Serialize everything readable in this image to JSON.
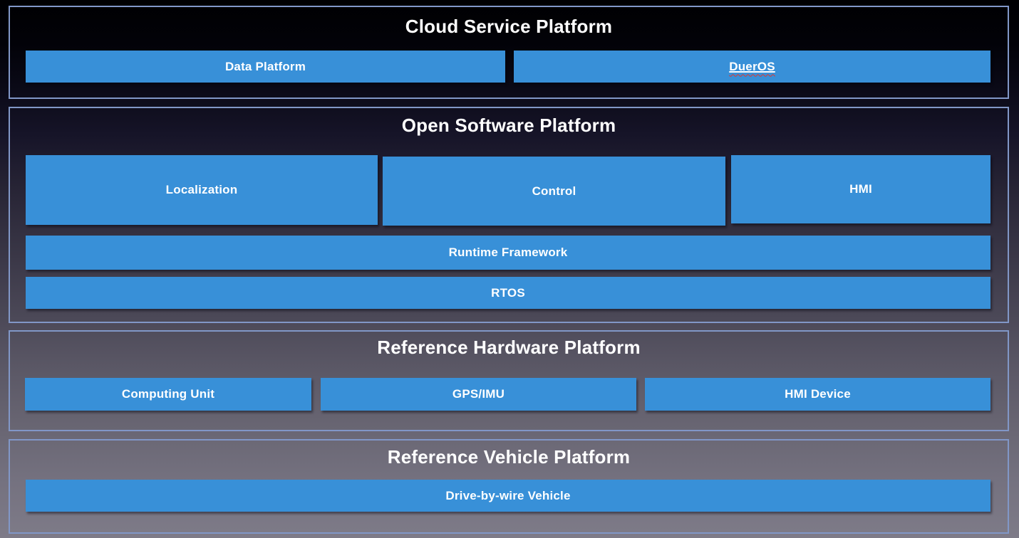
{
  "diagram": {
    "sections": [
      {
        "title": "Cloud Service Platform",
        "boxes": [
          {
            "label": "Data Platform"
          },
          {
            "label": "DuerOS",
            "spellcheck_marked": true
          }
        ]
      },
      {
        "title": "Open Software Platform",
        "boxes": [
          {
            "label": "Localization"
          },
          {
            "label": "Control"
          },
          {
            "label": "HMI"
          },
          {
            "label": "Runtime Framework"
          },
          {
            "label": "RTOS"
          }
        ]
      },
      {
        "title": "Reference Hardware Platform",
        "boxes": [
          {
            "label": "Computing Unit"
          },
          {
            "label": "GPS/IMU"
          },
          {
            "label": "HMI Device"
          }
        ]
      },
      {
        "title": "Reference Vehicle Platform",
        "boxes": [
          {
            "label": "Drive-by-wire Vehicle"
          }
        ]
      }
    ],
    "colors": {
      "box_blue": "#3890d8",
      "section_border": "#8197c7",
      "title_text": "#ffffff",
      "box_text": "#ffffff",
      "spellcheck_underline": "#e0372e"
    }
  }
}
